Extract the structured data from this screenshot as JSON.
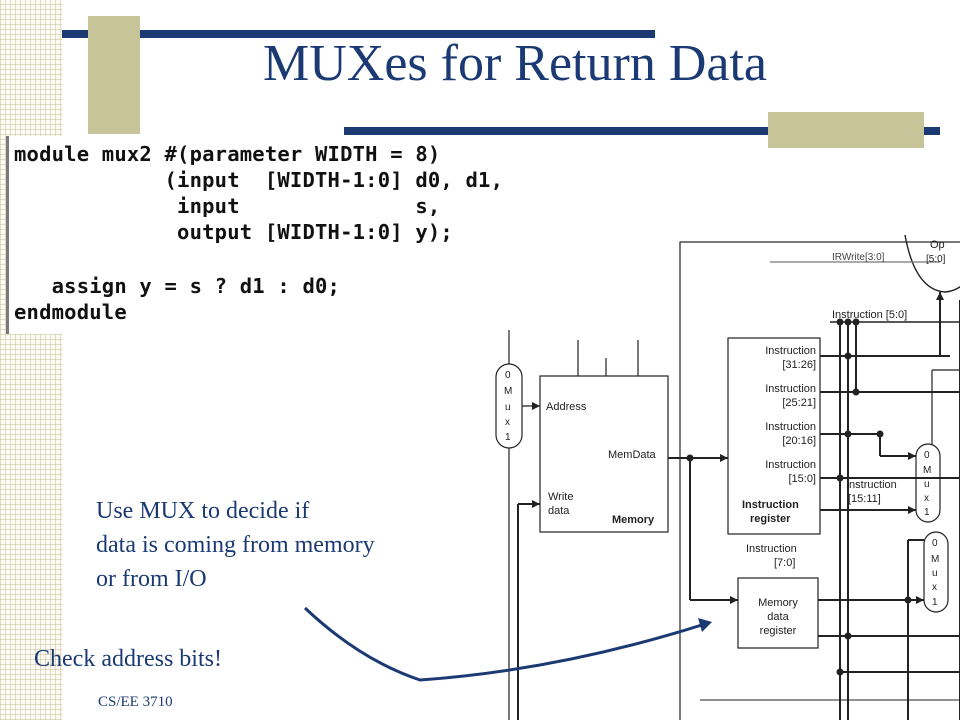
{
  "slide": {
    "title": "MUXes for Return Data",
    "footer": "CS/EE 3710"
  },
  "code": {
    "lines": [
      "module mux2 #(parameter WIDTH = 8)",
      "            (input  [WIDTH-1:0] d0, d1,",
      "             input              s,",
      "             output [WIDTH-1:0] y);",
      "",
      "   assign y = s ? d1 : d0;",
      "endmodule"
    ]
  },
  "callout": {
    "lines": [
      "Use MUX to decide if",
      "data is coming from memory",
      "or from I/O"
    ],
    "check": "Check address bits!"
  },
  "diagram": {
    "irwrite": "IRWrite[3:0]",
    "op_label": "Op",
    "op_bits": "[5:0]",
    "instr_5_0": "Instruction [5:0]",
    "mux_left": [
      "0",
      "M",
      "u",
      "x",
      "1"
    ],
    "mux_r1": [
      "0",
      "M",
      "u",
      "x",
      "1"
    ],
    "mux_r2": [
      "0",
      "M",
      "u",
      "x",
      "1"
    ],
    "memory": {
      "address": "Address",
      "memdata": "MemData",
      "write": "Write",
      "data": "data",
      "name": "Memory"
    },
    "ir": {
      "i1a": "Instruction",
      "i1b": "[31:26]",
      "i2a": "Instruction",
      "i2b": "[25:21]",
      "i3a": "Instruction",
      "i3b": "[20:16]",
      "i4a": "Instruction",
      "i4b": "[15:0]",
      "name1": "Instruction",
      "name2": "register"
    },
    "instr_15_11a": "Instruction",
    "instr_15_11b": "[15:11]",
    "instr_7_0a": "Instruction",
    "instr_7_0b": "[7:0]",
    "mdr": {
      "l1": "Memory",
      "l2": "data",
      "l3": "register"
    }
  }
}
